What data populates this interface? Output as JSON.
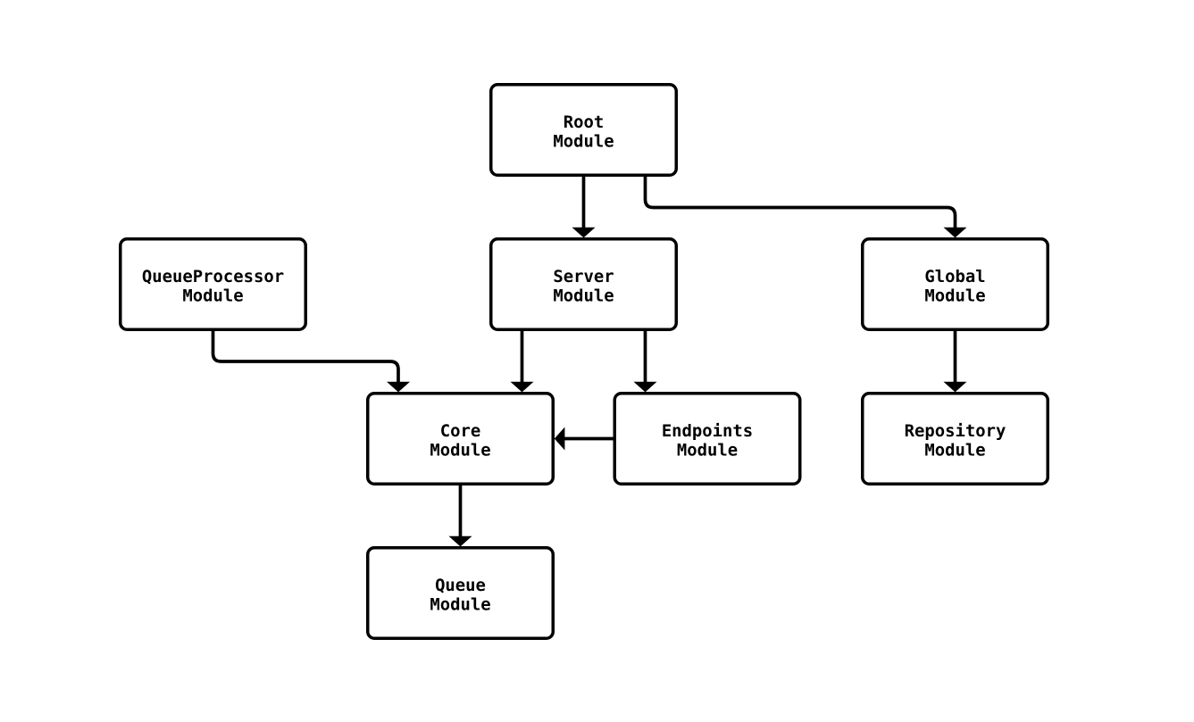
{
  "diagram": {
    "type": "module-dependency-flowchart",
    "background_color": "#ffffff",
    "stroke_color": "#000000",
    "text_color": "#000000",
    "nodes": {
      "root": {
        "line1": "Root",
        "line2": "Module"
      },
      "queueprocessor": {
        "line1": "QueueProcessor",
        "line2": "Module"
      },
      "server": {
        "line1": "Server",
        "line2": "Module"
      },
      "global": {
        "line1": "Global",
        "line2": "Module"
      },
      "core": {
        "line1": "Core",
        "line2": "Module"
      },
      "endpoints": {
        "line1": "Endpoints",
        "line2": "Module"
      },
      "repository": {
        "line1": "Repository",
        "line2": "Module"
      },
      "queue": {
        "line1": "Queue",
        "line2": "Module"
      }
    },
    "edges": [
      {
        "from": "root",
        "to": "server"
      },
      {
        "from": "root",
        "to": "global"
      },
      {
        "from": "queueprocessor",
        "to": "core"
      },
      {
        "from": "server",
        "to": "core"
      },
      {
        "from": "server",
        "to": "endpoints"
      },
      {
        "from": "endpoints",
        "to": "core"
      },
      {
        "from": "global",
        "to": "repository"
      },
      {
        "from": "core",
        "to": "queue"
      }
    ]
  }
}
